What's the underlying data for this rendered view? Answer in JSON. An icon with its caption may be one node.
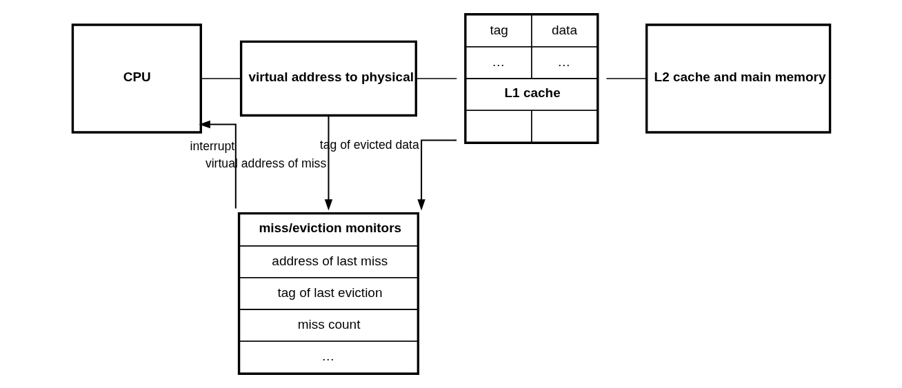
{
  "diagram": {
    "nodes": [
      {
        "text": [
          "CPU"
        ]
      },
      {
        "text": [
          "virtual address to physical"
        ]
      },
      {
        "text": [
          "tag",
          "data",
          "…",
          "…",
          "L1 cache"
        ]
      },
      {
        "text": [
          "L2 cache and main memory"
        ]
      },
      {
        "text": [
          "miss/eviction monitors",
          "address of last miss",
          "tag of last eviction",
          "miss count",
          "…"
        ]
      }
    ],
    "edges": [
      {
        "from": 0,
        "to": 1,
        "arrow": "none"
      },
      {
        "from": 1,
        "to": 2,
        "arrow": "none"
      },
      {
        "from": 2,
        "to": 3,
        "arrow": "none"
      },
      {
        "from": 1,
        "to": 4,
        "arrow": "to",
        "label": "virtual address of miss"
      },
      {
        "from": 2,
        "to": 4,
        "arrow": "to",
        "label": "tag of evicted data"
      },
      {
        "from": 4,
        "to": 0,
        "arrow": "to",
        "label": "interrupt"
      }
    ]
  }
}
